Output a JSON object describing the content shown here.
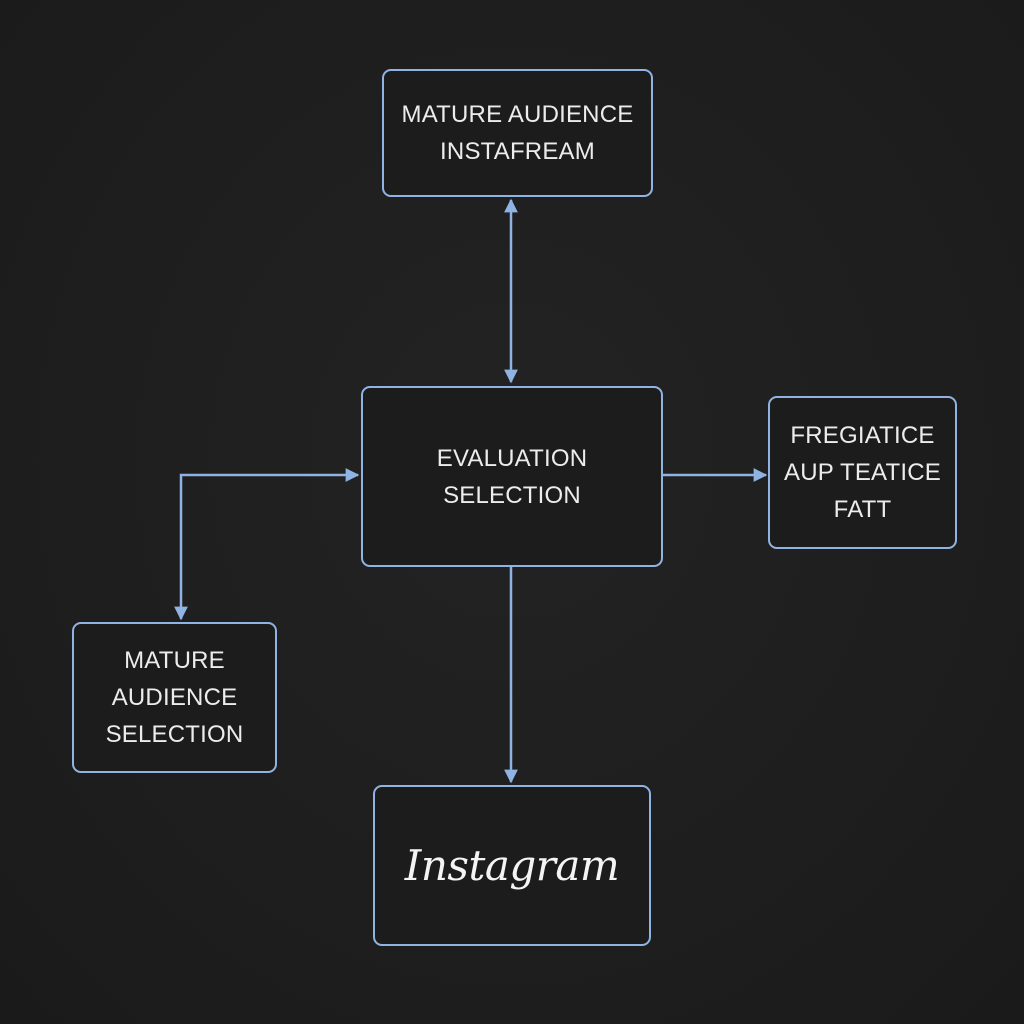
{
  "colors": {
    "background": "#1f1f1f",
    "node_border": "#8fb4e3",
    "connector": "#8fb4e3",
    "text": "#ececec"
  },
  "nodes": {
    "top": {
      "lines": [
        "MATURE AUDIENCE",
        "INSTAFREAM"
      ]
    },
    "center": {
      "lines": [
        "EVALUATION",
        "SELECTION"
      ]
    },
    "right": {
      "lines": [
        "FREGIATICE",
        "AUP TEATICE",
        "FATT"
      ]
    },
    "left": {
      "lines": [
        "MATURE",
        "AUDIENCE",
        "SELECTION"
      ]
    },
    "bottom": {
      "logo_text": "Instagram"
    }
  },
  "edges": [
    {
      "from": "center",
      "to": "top",
      "direction": "both"
    },
    {
      "from": "center",
      "to": "right",
      "direction": "forward"
    },
    {
      "from": "center",
      "to": "bottom",
      "direction": "forward"
    },
    {
      "from": "left",
      "to": "center",
      "direction": "both"
    }
  ]
}
